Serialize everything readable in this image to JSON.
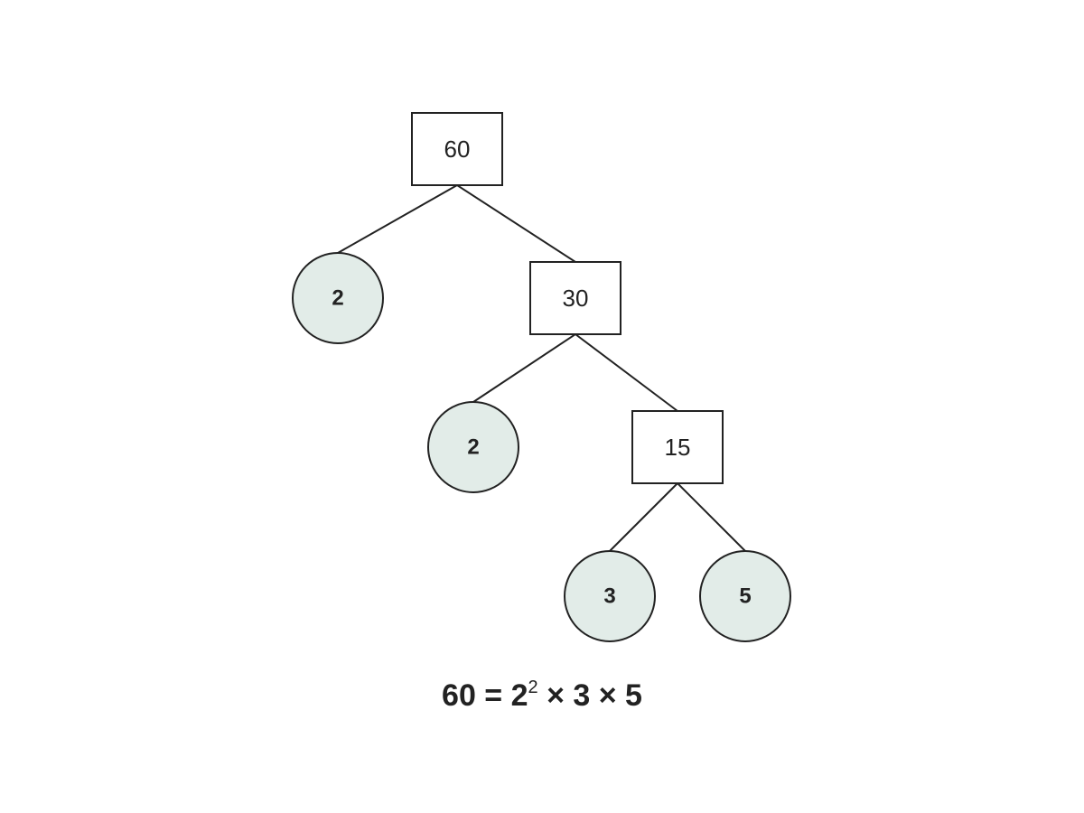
{
  "tree": {
    "root": {
      "value": "60",
      "kind": "composite",
      "children": [
        {
          "value": "2",
          "kind": "prime"
        },
        {
          "value": "30",
          "kind": "composite",
          "children": [
            {
              "value": "2",
              "kind": "prime"
            },
            {
              "value": "15",
              "kind": "composite",
              "children": [
                {
                  "value": "3",
                  "kind": "prime"
                },
                {
                  "value": "5",
                  "kind": "prime"
                }
              ]
            }
          ]
        }
      ]
    }
  },
  "equation": {
    "lhs": "60 = 2",
    "exponent": "2",
    "rhs": " × 3 × 5"
  },
  "colors": {
    "prime_fill": "#e2ece8",
    "stroke": "#222222",
    "text": "#222222"
  }
}
